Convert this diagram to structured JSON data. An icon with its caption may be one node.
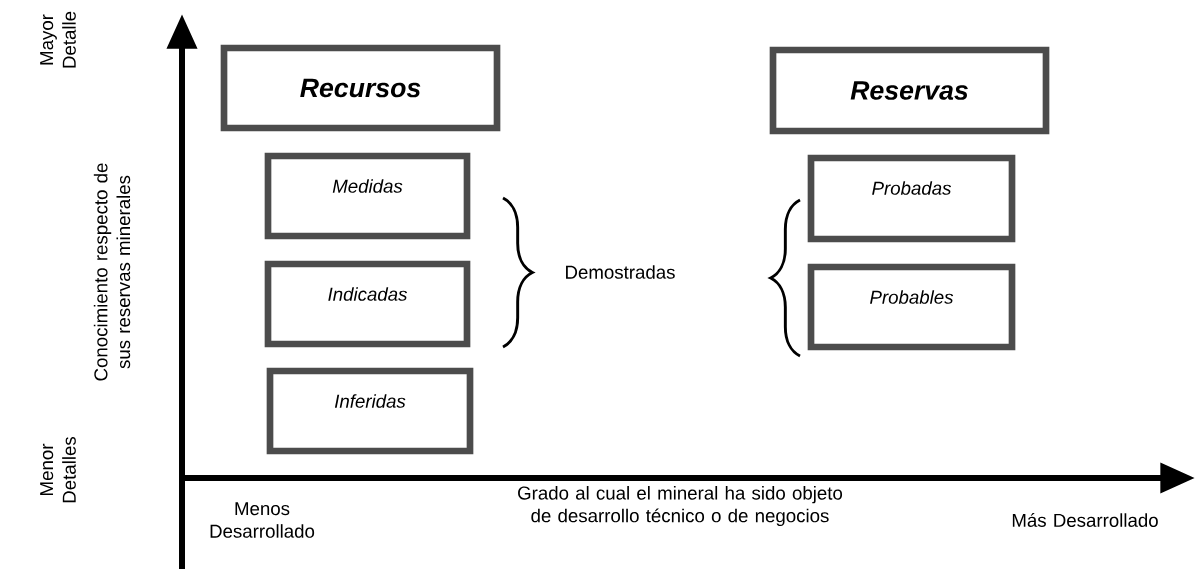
{
  "diagram": {
    "nodes": [
      {
        "text": [
          "Recursos"
        ]
      },
      {
        "text": [
          "Medidas"
        ]
      },
      {
        "text": [
          "Indicadas"
        ]
      },
      {
        "text": [
          "Inferidas"
        ]
      },
      {
        "text": [
          "Reservas"
        ]
      },
      {
        "text": [
          "Probadas"
        ]
      },
      {
        "text": [
          "Probables"
        ]
      }
    ],
    "labels": [
      "Mayor Detalle",
      "Conocimiento respecto de sus reservas minerales",
      "Menor Detalles",
      "Demostradas",
      "Grado al cual el mineral ha sido objeto de desarrollo técnico o de negocios",
      "Menos Desarrollado",
      "Más Desarrollado"
    ]
  }
}
